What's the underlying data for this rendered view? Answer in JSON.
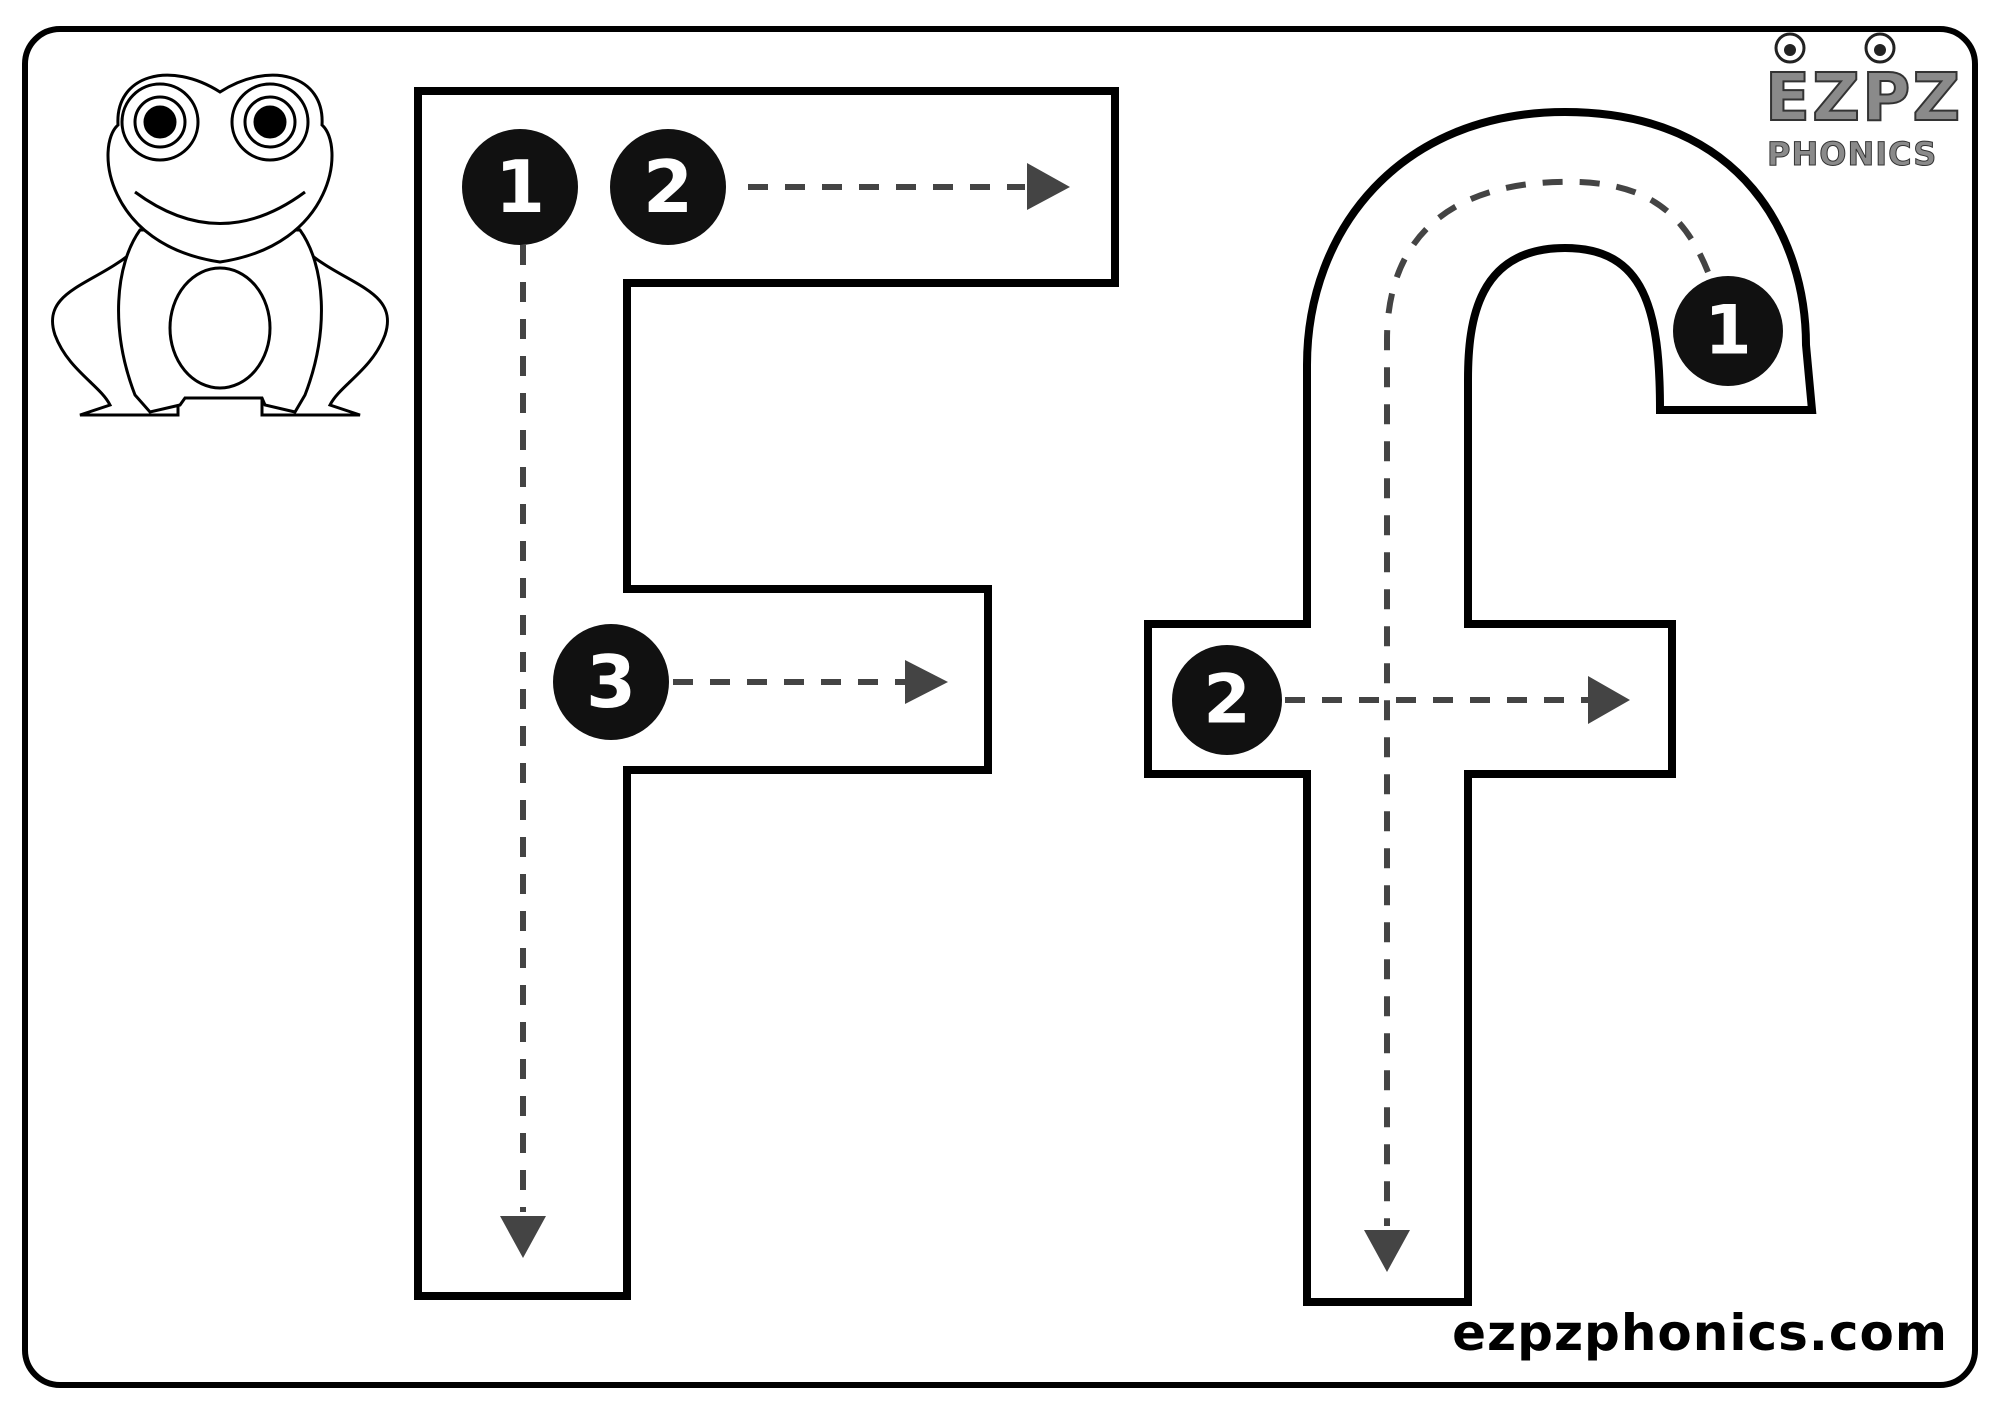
{
  "worksheet": {
    "letters": [
      "F",
      "f"
    ],
    "stroke_numbers": {
      "F": [
        "1",
        "2",
        "3"
      ],
      "f": [
        "1",
        "2"
      ]
    },
    "website": "ezpzphonics.com"
  },
  "logo": {
    "line1": "EZPZ",
    "line2": "PHONICS"
  },
  "illustration": {
    "animal": "frog"
  },
  "colors": {
    "outline": "#000000",
    "guide_dash": "#444444",
    "badge_fill": "#111111",
    "badge_text": "#ffffff"
  }
}
